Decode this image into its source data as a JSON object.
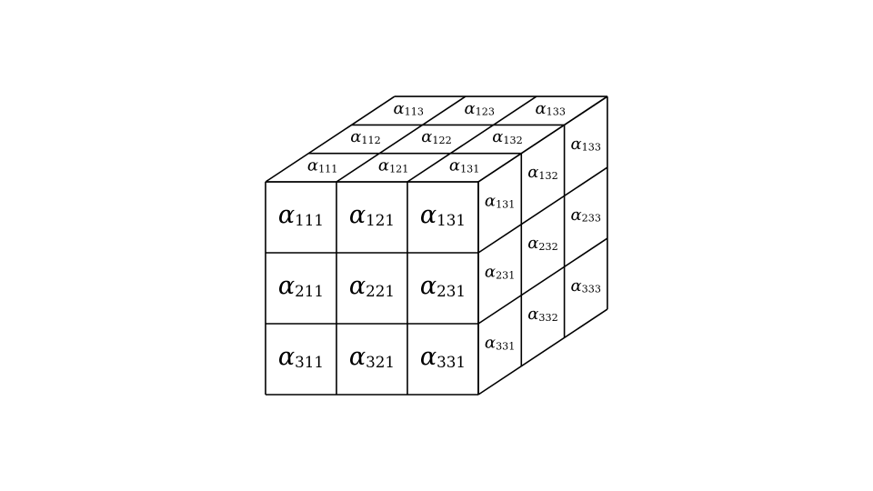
{
  "cube": {
    "front": [
      [
        "111",
        "121",
        "131"
      ],
      [
        "211",
        "221",
        "231"
      ],
      [
        "311",
        "321",
        "331"
      ]
    ],
    "top": [
      [
        "113",
        "123",
        "133"
      ],
      [
        "112",
        "122",
        "132"
      ],
      [
        "111",
        "121",
        "131"
      ]
    ],
    "right": [
      [
        "131",
        "132",
        "133"
      ],
      [
        "231",
        "232",
        "233"
      ],
      [
        "331",
        "332",
        "333"
      ]
    ]
  },
  "symbol": "α"
}
